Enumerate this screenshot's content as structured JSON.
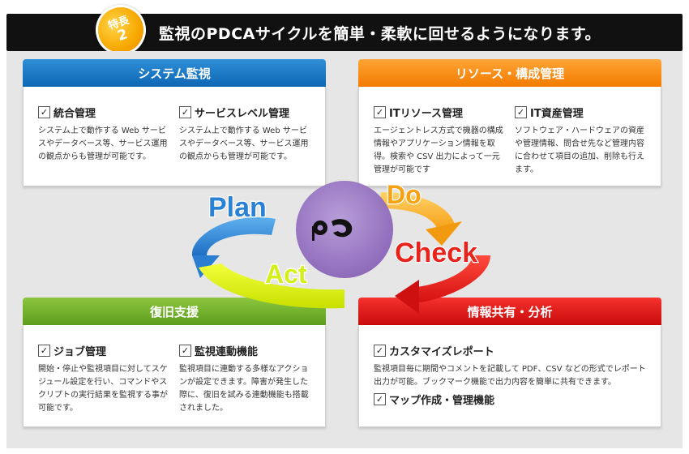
{
  "header": {
    "badge_text": "特長",
    "badge_number": "2",
    "title": "監視のPDCAサイクルを簡単・柔軟に回せるようになります。"
  },
  "colors": {
    "blue": "#0c66b5",
    "orange": "#f27b00",
    "green": "#5c9d1c",
    "red": "#c90b0b"
  },
  "cycle": {
    "plan": "Plan",
    "do": "Do",
    "check": "Check",
    "act": "Act"
  },
  "logo_text": "pc",
  "cards": {
    "monitoring": {
      "title": "システム監視",
      "items": [
        {
          "title": "統合管理",
          "desc": "システム上で動作する Web サービスやデータベース等、サービス運用の観点からも管理が可能です。"
        },
        {
          "title": "サービスレベル管理",
          "desc": "システム上で動作する Web サービスやデータベース等、サービス運用の観点からも管理が可能です。"
        }
      ]
    },
    "resource": {
      "title": "リソース・構成管理",
      "items": [
        {
          "title": "ITリソース管理",
          "desc": "エージェントレス方式で機器の構成情報やアプリケーション情報を取得。検索や CSV 出力によって一元管理が可能です"
        },
        {
          "title": "IT資産管理",
          "desc": "ソフトウェア・ハードウェアの資産や管理情報、問合せ先など管理内容に合わせて項目の追加、削除も行えます。"
        }
      ]
    },
    "recovery": {
      "title": "復旧支援",
      "items": [
        {
          "title": "ジョブ管理",
          "desc": "開始・停止や監視項目に対してスケジュール設定を行い、コマンドやスクリプトの実行結果を監視する事が可能です。"
        },
        {
          "title": "監視連動機能",
          "desc": "監視項目に連動する多様なアクションが設定できます。障害が発生した際に、復旧を試みる連動機能も搭載されました。"
        }
      ]
    },
    "sharing": {
      "title": "情報共有・分析",
      "items": [
        {
          "title": "カスタマイズレポート",
          "desc": "監視項目毎に期間やコメントを記載して PDF、CSV などの形式でレポート出力が可能。ブックマーク機能で出力内容を簡単に共有できます。"
        },
        {
          "title": "マップ作成・管理機能",
          "desc": ""
        }
      ]
    }
  }
}
